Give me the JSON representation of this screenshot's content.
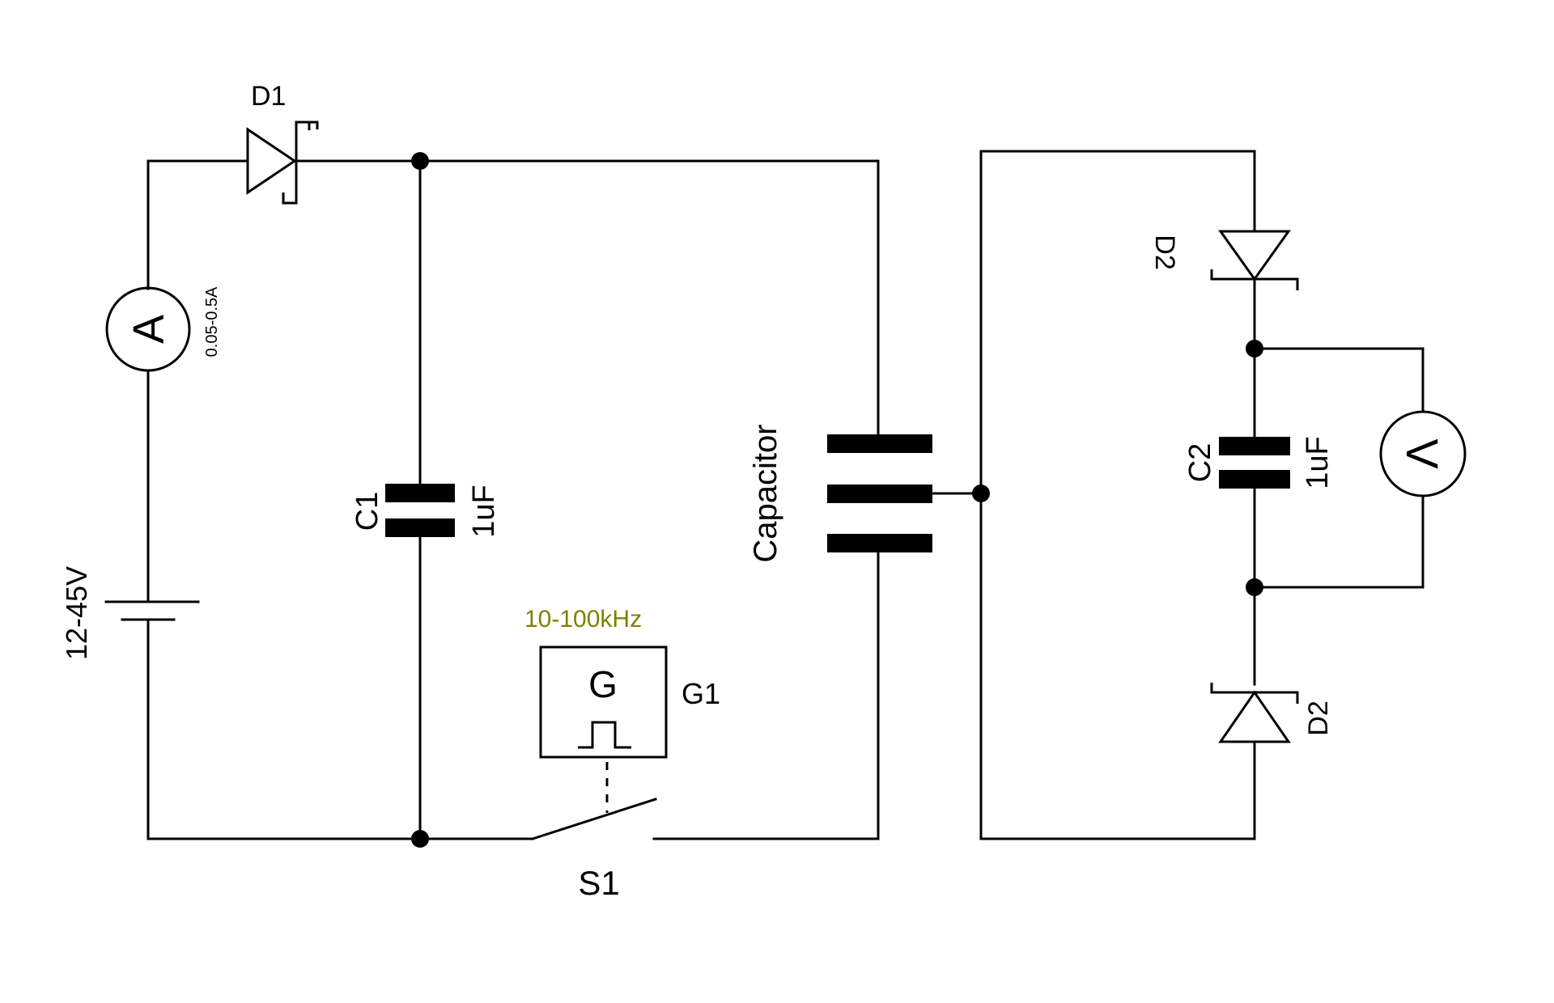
{
  "diagram": {
    "components": {
      "d1": {
        "name": "D1"
      },
      "ammeter": {
        "symbol": "A",
        "range": "0.05-0.5A"
      },
      "battery": {
        "voltage": "12-45V"
      },
      "c1": {
        "name": "C1",
        "value": "1uF"
      },
      "generator": {
        "name": "G1",
        "symbol": "G",
        "frequency": "10-100kHz",
        "frequency_color": "#808000"
      },
      "switch": {
        "name": "S1"
      },
      "capacitor": {
        "name": "Capacitor"
      },
      "d2_top": {
        "name": "D2"
      },
      "d2_bottom": {
        "name": "D2"
      },
      "c2": {
        "name": "C2",
        "value": "1uF"
      },
      "voltmeter": {
        "symbol": "V"
      }
    },
    "colors": {
      "wire": "#000000",
      "background": "#ffffff"
    },
    "icons": [
      "zener-diode-icon",
      "ammeter-icon",
      "battery-icon",
      "capacitor-icon",
      "pulse-generator-icon",
      "switch-icon",
      "triple-plate-capacitor-icon",
      "voltmeter-icon"
    ]
  }
}
